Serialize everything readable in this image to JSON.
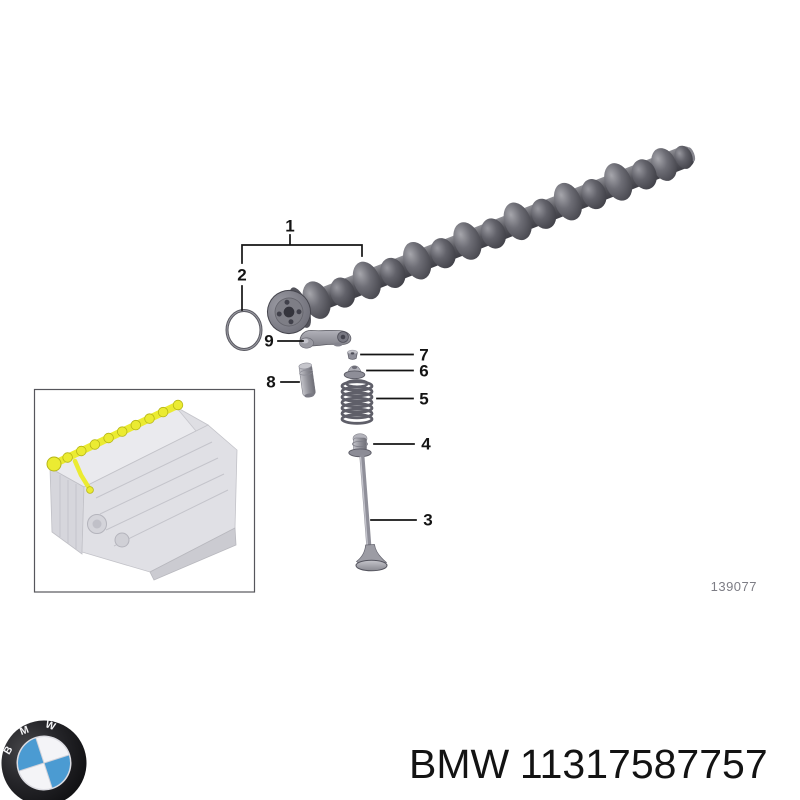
{
  "page": {
    "background": "#ffffff"
  },
  "diagram": {
    "number": "139077",
    "callouts": [
      "1",
      "2",
      "3",
      "4",
      "5",
      "6",
      "7",
      "8",
      "9"
    ]
  },
  "footer": {
    "brand": "BMW",
    "part_number": "11317587757"
  },
  "logo": {
    "text": "BMW"
  },
  "colors": {
    "part_grey": "#6a6a72",
    "camshaft_dark": "#47474d",
    "highlight_yellow": "#ebeb32",
    "logo_blue": "#4b9bd2",
    "label_black": "#141414",
    "diagram_number_grey": "#7d7d85"
  }
}
